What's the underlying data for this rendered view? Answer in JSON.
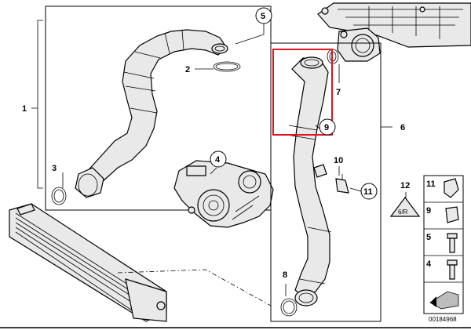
{
  "callouts": {
    "c1": "1",
    "c2": "2",
    "c3": "3",
    "c4": "4",
    "c5": "5",
    "c6": "6",
    "c7": "7",
    "c8": "8",
    "c9": "9",
    "c10": "10",
    "c11": "11",
    "c12": "12"
  },
  "legend": {
    "items": [
      "11",
      "9",
      "5",
      "4"
    ]
  },
  "diagram_number": "00184968",
  "highlight_color": "#e0141e"
}
